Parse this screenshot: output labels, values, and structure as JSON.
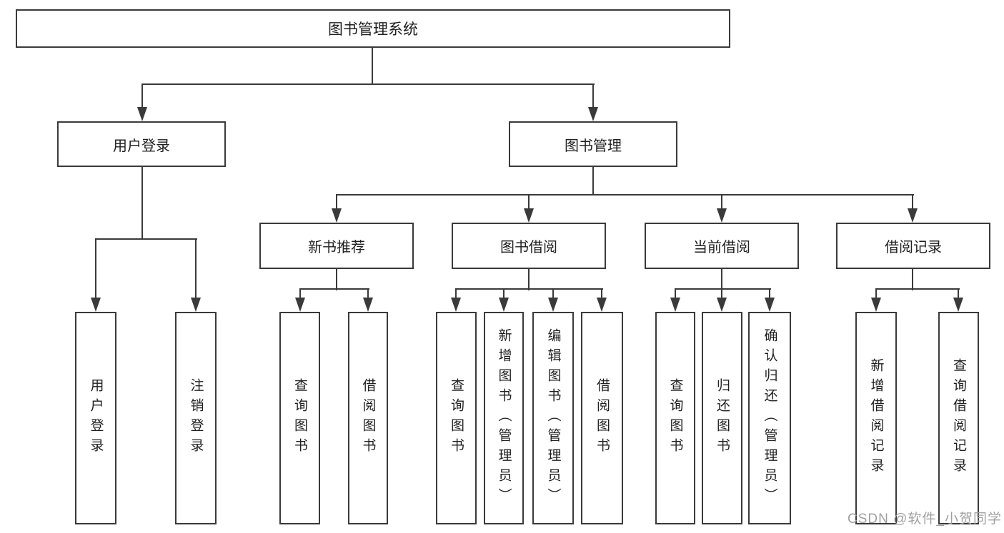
{
  "tree": {
    "label": "图书管理系统",
    "children": [
      {
        "label": "用户登录",
        "children": [
          {
            "label": "用户登录"
          },
          {
            "label": "注销登录"
          }
        ]
      },
      {
        "label": "图书管理",
        "children": [
          {
            "label": "新书推荐",
            "children": [
              {
                "label": "查询图书"
              },
              {
                "label": "借阅图书"
              }
            ]
          },
          {
            "label": "图书借阅",
            "children": [
              {
                "label": "查询图书"
              },
              {
                "label": "新增图书（管理员）"
              },
              {
                "label": "编辑图书（管理员）"
              },
              {
                "label": "借阅图书"
              }
            ]
          },
          {
            "label": "当前借阅",
            "children": [
              {
                "label": "查询图书"
              },
              {
                "label": "归还图书"
              },
              {
                "label": "确认归还（管理员）"
              }
            ]
          },
          {
            "label": "借阅记录",
            "children": [
              {
                "label": "新增借阅记录"
              },
              {
                "label": "查询借阅记录"
              }
            ]
          }
        ]
      }
    ]
  },
  "watermark": "CSDN @软件_小贺同学",
  "colors": {
    "line": "#3a3a3a",
    "text": "#1f1f1f",
    "watermark": "#a0a0a0",
    "background": "#ffffff"
  }
}
